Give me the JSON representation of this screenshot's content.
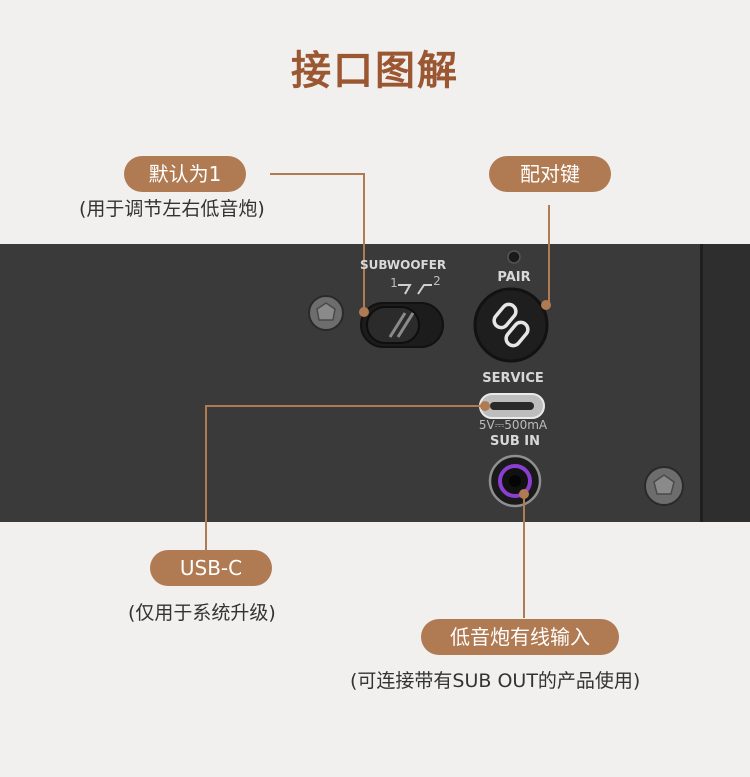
{
  "title": "接口图解",
  "callouts": {
    "subwoofer_switch": {
      "label": "默认为1",
      "note": "(用于调节左右低音炮)"
    },
    "pair_button": {
      "label": "配对键"
    },
    "usb_c": {
      "label": "USB-C",
      "note": "(仅用于系统升级)"
    },
    "sub_in": {
      "label": "低音炮有线输入",
      "note": "(可连接带有SUB OUT的产品使用)"
    }
  },
  "panel": {
    "subwoofer_label": "SUBWOOFER",
    "switch_pos_1": "1",
    "switch_pos_2": "2",
    "pair_label": "PAIR",
    "service_label": "SERVICE",
    "usb_rating": "5V⎓500mA",
    "sub_in_label": "SUB IN"
  },
  "colors": {
    "accent": "#b07a52",
    "title": "#9b5731",
    "panel": "#3a3a3a",
    "sub_in_ring": "#8a3fd1"
  }
}
